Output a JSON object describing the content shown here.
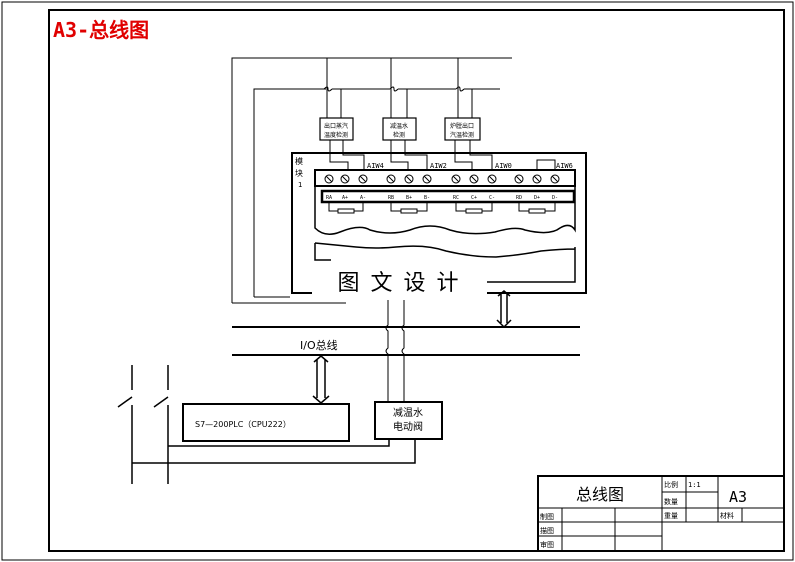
{
  "title": "A3-总线图",
  "colors": {
    "title": "#e00000",
    "line": "#000000",
    "background": "#ffffff"
  },
  "sensors": [
    {
      "line1": "出口蒸汽",
      "line2": "温度检测",
      "port": "AIW4"
    },
    {
      "line1": "减温水",
      "line2": "检测",
      "port": "AIW2"
    },
    {
      "line1": "炉膛出口",
      "line2": "汽温检测",
      "port": "AIW0"
    }
  ],
  "extra_port": "AIW6",
  "module": {
    "label1": "模",
    "label2": "块",
    "label3": "1",
    "terminals": [
      "RA",
      "A+",
      "A-",
      "RB",
      "B+",
      "B-",
      "RC",
      "C+",
      "C-",
      "RD",
      "D+",
      "D-"
    ]
  },
  "watermark": "图 文 设 计",
  "bus_label": "I/O总线",
  "plc_label": "S7—200PLC（CPU222）",
  "valve": {
    "line1": "减温水",
    "line2": "电动阀"
  },
  "title_block": {
    "drawing_name": "总线图",
    "scale_label": "比例",
    "scale_value": "1:1",
    "quantity_label": "数量",
    "weight_label": "重量",
    "material_label": "材料",
    "sheet": "A3",
    "drawn_label": "制图",
    "traced_label": "描图",
    "checked_label": "审图"
  }
}
